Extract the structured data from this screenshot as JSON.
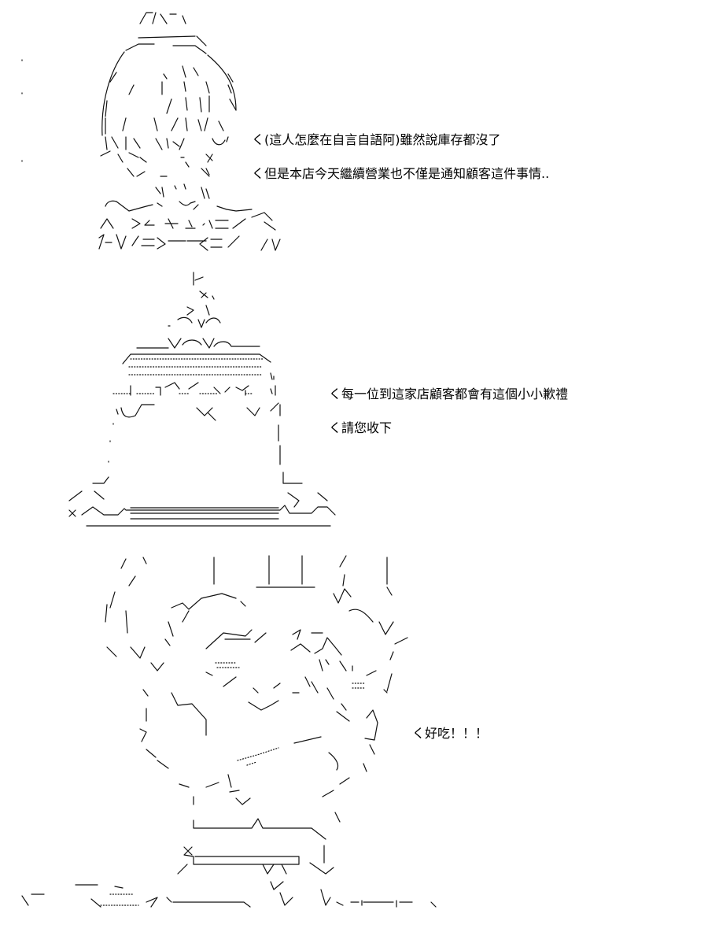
{
  "dialogue": {
    "line_1": "く(這人怎麼在自言自語阿)雖然說庫存都沒了",
    "line_2": "く但是本店今天繼續營業也不僅是通知顧客這件事情..",
    "line_3": "く每一位到這家店顧客都會有這個小小歉禮",
    "line_4": "く請您收下",
    "line_5": "く好吃！！！"
  },
  "colors": {
    "background": "#ffffff",
    "ink": "#111111"
  }
}
